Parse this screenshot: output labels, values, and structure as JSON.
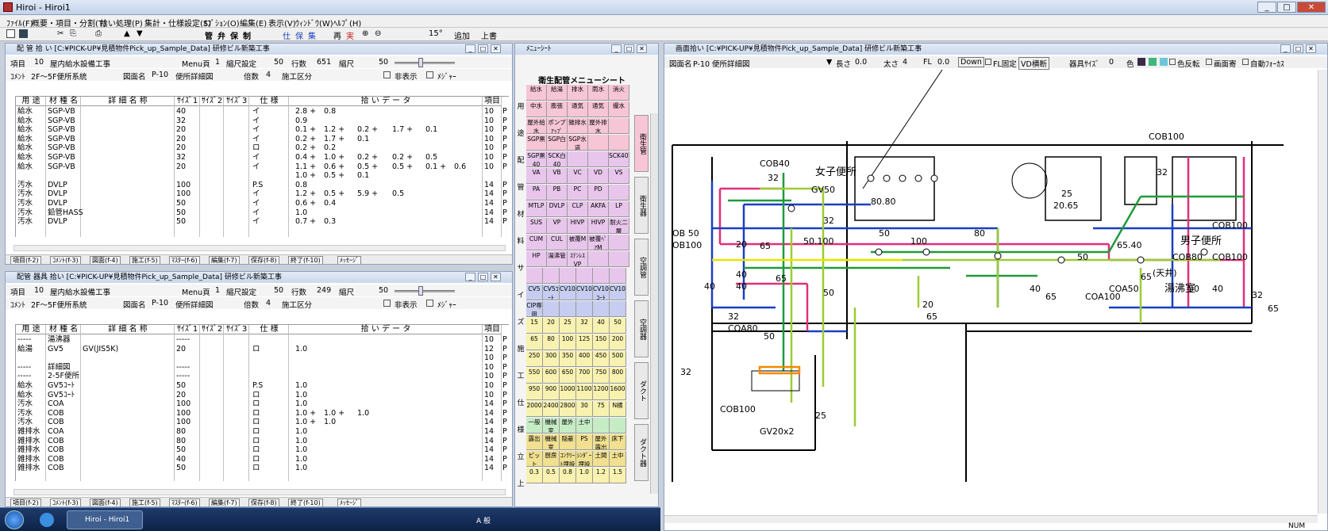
{
  "app": {
    "title": "Hiroi - Hiroi1"
  },
  "menu": [
    "ﾌｧｲﾙ(F)",
    "概要・項目・分割(T)",
    "拾い処理(P)",
    "集計・仕様設定(S)",
    "ｵﾌﾟｼｮﾝ(O)",
    "編集(E)",
    "表示(V)",
    "ｳｨﾝﾄﾞｳ(W)",
    "ﾍﾙﾌﾟ(H)"
  ],
  "toolbar": {
    "kanji_buttons": [
      "管",
      "弁",
      "保",
      "制",
      "仕",
      "保",
      "集",
      "再",
      "実",
      "15°",
      "追加",
      "上書"
    ]
  },
  "win1": {
    "title": "配 管 拾 い [C:¥PICK-UP¥見積物件Pick_up_Sample_Data]  研修ビル新築工事",
    "koumoku_label": "項目",
    "koumoku_no": "10",
    "koumoku_name": "屋内給水設備工事",
    "menu_label": "Menu頁",
    "menu_no": "1",
    "scale_label": "縮尺設定",
    "scale_val": "50",
    "rows_label": "行数",
    "rows_val": "651",
    "shrink_label": "縮尺",
    "shrink_val": "50",
    "comment_label": "ｺﾒﾝﾄ",
    "comment": "2F～5F便所系統",
    "zumen_label": "図面名",
    "zumen_no": "P-10",
    "zumen_name": "便所詳細図",
    "bai_label": "倍数",
    "bai_val": "4",
    "kouku_label": "施工区分",
    "hide_label": "非表示",
    "meter_label": "ﾒｼﾞｬｰ",
    "headers": [
      "用 途",
      "材 種 名",
      "詳 細 名 称",
      "ｻｲｽﾞ1",
      "ｻｲｽﾞ2",
      "ｻｲｽﾞ3",
      "仕 様",
      "拾 い デ ー タ",
      "項目"
    ],
    "rows": [
      {
        "c": [
          "給水",
          "SGP-VB",
          "",
          "40",
          "",
          "",
          "イ",
          "2.8 +",
          "0.8",
          "",
          "",
          "",
          "",
          "10",
          "P"
        ]
      },
      {
        "c": [
          "給水",
          "SGP-VB",
          "",
          "32",
          "",
          "",
          "イ",
          "0.9",
          "",
          "",
          "",
          "",
          "",
          "10",
          "P"
        ]
      },
      {
        "c": [
          "給水",
          "SGP-VB",
          "",
          "20",
          "",
          "",
          "イ",
          "0.1 +",
          "1.2 +",
          "0.2 +",
          "1.7 +",
          "0.1",
          "",
          "10",
          "P"
        ]
      },
      {
        "c": [
          "給水",
          "SGP-VB",
          "",
          "20",
          "",
          "",
          "イ",
          "0.2 +",
          "1.7 +",
          "0.1",
          "",
          "",
          "",
          "10",
          "P"
        ]
      },
      {
        "c": [
          "給水",
          "SGP-VB",
          "",
          "20",
          "",
          "",
          "ロ",
          "0.2 +",
          "0.2",
          "",
          "",
          "",
          "",
          "10",
          "P"
        ]
      },
      {
        "c": [
          "給水",
          "SGP-VB",
          "",
          "32",
          "",
          "",
          "イ",
          "0.4 +",
          "1.0 +",
          "0.2 +",
          "0.2 +",
          "0.5",
          "",
          "10",
          "P"
        ]
      },
      {
        "c": [
          "給水",
          "SGP-VB",
          "",
          "20",
          "",
          "",
          "イ",
          "1.1 +",
          "0.6 +",
          "0.5 +",
          "0.5 +",
          "0.1 +",
          "0.6",
          "10",
          "P"
        ]
      },
      {
        "c": [
          "",
          "",
          "",
          "",
          "",
          "",
          "",
          "1.0 +",
          "0.5 +",
          "0.1",
          "",
          "",
          "",
          "",
          ""
        ]
      },
      {
        "c": [
          "汚水",
          "DVLP",
          "",
          "100",
          "",
          "",
          "P.S",
          "0.8",
          "",
          "",
          "",
          "",
          "",
          "14",
          "P"
        ]
      },
      {
        "c": [
          "汚水",
          "DVLP",
          "",
          "100",
          "",
          "",
          "イ",
          "1.2 +",
          "0.5 +",
          "5.9 +",
          "0.5",
          "",
          "",
          "14",
          "P"
        ]
      },
      {
        "c": [
          "汚水",
          "DVLP",
          "",
          "50",
          "",
          "",
          "イ",
          "0.6 +",
          "0.4",
          "",
          "",
          "",
          "",
          "14",
          "P"
        ]
      },
      {
        "c": [
          "汚水",
          "鉛管HASS",
          "",
          "50",
          "",
          "",
          "イ",
          "1.0",
          "",
          "",
          "",
          "",
          "",
          "14",
          "P"
        ]
      },
      {
        "c": [
          "汚水",
          "DVLP",
          "",
          "50",
          "",
          "",
          "イ",
          "0.7 +",
          "0.3",
          "",
          "",
          "",
          "",
          "14",
          "P"
        ]
      }
    ],
    "buttons": [
      "項目(f-2)",
      "ｺﾒﾝﾄ(f-3)",
      "図面(f-4)",
      "施工(f-5)",
      "ﾏｽﾀｰ(f-6)",
      "編集(f-7)",
      "保存(f-8)",
      "終了(f-10)",
      "ﾒｯｾｰｼﾞ"
    ]
  },
  "win2": {
    "title": "配管 器具 拾い [C:¥PICK-UP¥見積物件Pick_up_Sample_Data]  研修ビル新築工事",
    "koumoku_label": "項目",
    "koumoku_no": "10",
    "koumoku_name": "屋内給水設備工事",
    "menu_label": "Menu頁",
    "menu_no": "1",
    "scale_label": "縮尺設定",
    "scale_val": "50",
    "rows_label": "行数",
    "rows_val": "249",
    "shrink_label": "縮尺",
    "shrink_val": "50",
    "comment_label": "ｺﾒﾝﾄ",
    "comment": "2F～5F便所系統",
    "zumen_label": "図面名",
    "zumen_no": "P-10",
    "zumen_name": "便所詳細図",
    "bai_label": "倍数",
    "bai_val": "4",
    "kouku_label": "施工区分",
    "hide_label": "非表示",
    "meter_label": "ﾒｼﾞｬｰ",
    "headers": [
      "用 途",
      "材 種 名",
      "詳 細 名 称",
      "ｻｲｽﾞ1",
      "ｻｲｽﾞ2",
      "ｻｲｽﾞ3",
      "仕 様",
      "拾 い デ ー タ",
      "項目"
    ],
    "rows": [
      {
        "c": [
          "-----",
          "湯沸器",
          "",
          "-----",
          "",
          "",
          "",
          "",
          "",
          "",
          "10",
          "P"
        ]
      },
      {
        "c": [
          "給湯",
          "GV5",
          "GV(JIS5K)",
          "20",
          "",
          "",
          "ロ",
          "1.0",
          "",
          "",
          "12",
          "P"
        ]
      },
      {
        "c": [
          "",
          "",
          "",
          "",
          "",
          "",
          "",
          "",
          "",
          "",
          "10",
          "P"
        ]
      },
      {
        "c": [
          "-----",
          "詳細図",
          "",
          "-----",
          "",
          "",
          "",
          "",
          "",
          "",
          "10",
          "P"
        ]
      },
      {
        "c": [
          "-----",
          "2-5F便所",
          "",
          "-----",
          "",
          "",
          "",
          "",
          "",
          "",
          "10",
          "P"
        ]
      },
      {
        "c": [
          "給水",
          "GV5ｺｰﾄ",
          "",
          "50",
          "",
          "",
          "P.S",
          "1.0",
          "",
          "",
          "10",
          "P"
        ]
      },
      {
        "c": [
          "給水",
          "GV5ｺｰﾄ",
          "",
          "20",
          "",
          "",
          "ロ",
          "1.0",
          "",
          "",
          "10",
          "P"
        ]
      },
      {
        "c": [
          "汚水",
          "COA",
          "",
          "100",
          "",
          "",
          "ロ",
          "1.0",
          "",
          "",
          "14",
          "P"
        ]
      },
      {
        "c": [
          "汚水",
          "COB",
          "",
          "100",
          "",
          "",
          "ロ",
          "1.0 +",
          "1.0 +",
          "1.0",
          "14",
          "P"
        ]
      },
      {
        "c": [
          "汚水",
          "COB",
          "",
          "100",
          "",
          "",
          "ロ",
          "1.0 +",
          "1.0",
          "",
          "14",
          "P"
        ]
      },
      {
        "c": [
          "雑排水",
          "COA",
          "",
          "80",
          "",
          "",
          "ロ",
          "1.0",
          "",
          "",
          "14",
          "P"
        ]
      },
      {
        "c": [
          "雑排水",
          "COB",
          "",
          "80",
          "",
          "",
          "ロ",
          "1.0",
          "",
          "",
          "14",
          "P"
        ]
      },
      {
        "c": [
          "雑排水",
          "COB",
          "",
          "50",
          "",
          "",
          "ロ",
          "1.0",
          "",
          "",
          "14",
          "P"
        ]
      },
      {
        "c": [
          "雑排水",
          "COB",
          "",
          "40",
          "",
          "",
          "ロ",
          "1.0",
          "",
          "",
          "14",
          "P"
        ]
      },
      {
        "c": [
          "雑排水",
          "COB",
          "",
          "50",
          "",
          "",
          "ロ",
          "1.0",
          "",
          "",
          "14",
          "P"
        ]
      }
    ],
    "buttons": [
      "項目(f-2)",
      "ｺﾒﾝﾄ(f-3)",
      "図面(f-4)",
      "施工(f-5)",
      "ﾏｽﾀｰ(f-6)",
      "編集(f-7)",
      "保存(f-8)",
      "終了(f-10)",
      "ﾒｯｾｰｼﾞ"
    ]
  },
  "menusheet": {
    "title": "ﾒﾆｭｰｼｰﾄ",
    "heading": "衛生配管メニューシート",
    "side_tabs": [
      "衛生管",
      "衛生器",
      "空調管",
      "空調器",
      "ダクト",
      "ダクト器"
    ],
    "left_labels": [
      "用",
      "途",
      "配",
      "管",
      "材",
      "料",
      "サ",
      "イ",
      "ズ",
      "施",
      "工",
      "仕",
      "様",
      "立",
      "上"
    ],
    "cells": [
      [
        "給水",
        "給湯",
        "排水",
        "雨水",
        "消火"
      ],
      [
        "中水",
        "膨張",
        "通気",
        "通気",
        "撮水"
      ],
      [
        "屋外給水",
        "ポンプｱｯﾌﾟ",
        "雑排水",
        "屋外排水",
        ""
      ],
      [
        "SGP黒",
        "SGP白",
        "SGP水道",
        "",
        ""
      ],
      [
        "SGP黒40",
        "SCK白40",
        "",
        "",
        "SCK40VS"
      ],
      [
        "VA",
        "VB",
        "VC",
        "VD",
        "VS"
      ],
      [
        "PA",
        "PB",
        "PC",
        "PD",
        ""
      ],
      [
        "MTLP",
        "DVLP",
        "CLP",
        "AKFA",
        "LP"
      ],
      [
        "SUS",
        "VP",
        "HIVP",
        "HIVP",
        "耐火二層"
      ],
      [
        "CUM",
        "CUL",
        "被覆M",
        "被覆ﾍﾟｱM",
        ""
      ],
      [
        "HP",
        "湯沸管",
        "ｽﾃﾝﾚｽVP",
        "",
        ""
      ],
      [
        "",
        "",
        "",
        "",
        "",
        ""
      ],
      [
        "CV5",
        "CV5ｺｰﾄ",
        "CV10SUS",
        "CV10",
        "CV10ｺｰﾄ",
        "CV10SUS"
      ],
      [
        "CIP専用",
        "",
        "",
        "",
        "",
        ""
      ],
      [
        "15",
        "20",
        "25",
        "32",
        "40",
        "50"
      ],
      [
        "65",
        "80",
        "100",
        "125",
        "150",
        "200"
      ],
      [
        "250",
        "300",
        "350",
        "400",
        "450",
        "500"
      ],
      [
        "550",
        "600",
        "650",
        "700",
        "750",
        "800"
      ],
      [
        "950",
        "900",
        "1000",
        "1100",
        "1200",
        "1600"
      ],
      [
        "2000",
        "2400",
        "2800",
        "30",
        "75",
        "N横"
      ],
      [
        "一般",
        "機械室",
        "屋外",
        "土中",
        "",
        ""
      ],
      [
        "露出",
        "機械室",
        "隠蔽",
        "PS",
        "屋外露出",
        "床下"
      ],
      [
        "ピット",
        "厨房",
        "ｺﾝｸﾘｰﾄ埋設",
        "ｼﾝﾀﾞｰ埋設",
        "土間",
        "土中"
      ],
      [
        "0.3",
        "0.5",
        "0.8",
        "1.0",
        "1.2",
        "1.5"
      ]
    ]
  },
  "drawing": {
    "title": "画面拾い [C:¥PICK-UP¥見積物件Pick_up_Sample_Data]  研修ビル新築工事",
    "zumen_label": "図面名",
    "zumen": "P-10 便所詳細図",
    "len_label": "長さ",
    "len_val": "0.0",
    "size_label": "太さ",
    "size_val": "4",
    "fl_label": "FL",
    "fl_val": "0.0",
    "down": "Down",
    "fl_fix": "FL固定",
    "vd_label": "VD横断",
    "fixture_label": "器具ｻｲｽﾞ",
    "fixture_val": "0",
    "color_label": "色",
    "reverse_label": "色反転",
    "full_label": "画面寄",
    "autofocus_label": "自動ﾌｫｰｶｽ",
    "labels": [
      "COB100",
      "COB40",
      "32",
      "女子便所",
      "GV50",
      "50.100",
      "80.80",
      "20.65",
      "25",
      "32",
      "COB100",
      "OB 50",
      "OB100",
      "32",
      "50",
      "80",
      "100",
      "65.40",
      "男子便所",
      "20",
      "65",
      "40",
      "50",
      "COB80",
      "COB100",
      "40",
      "65",
      "(天井)",
      "40",
      "65",
      "50",
      "32",
      "40",
      "65",
      "COA100",
      "COA80",
      "20",
      "65",
      "50",
      "32",
      "COB100",
      "25",
      "GV20x2",
      "COA50",
      "湯沸室",
      "50",
      "40",
      "32",
      "65"
    ],
    "num": "NUM"
  },
  "taskbar": {
    "item": "Hiroi - Hiroi1",
    "tray": "A 般"
  },
  "colors": {
    "supply": "#1a3fc0",
    "waste": "#e0307a",
    "vent": "#1f9a3a",
    "misc": "#9acd32",
    "yellow": "#e6e600"
  }
}
